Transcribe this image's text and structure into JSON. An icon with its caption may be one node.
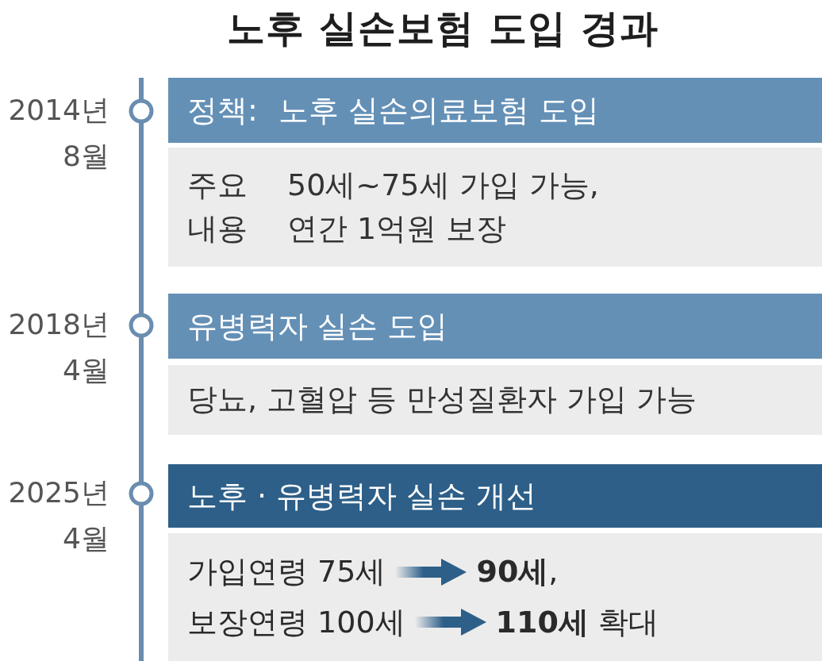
{
  "diagram": {
    "title": "노후 실손보험 도입 경과",
    "nodes": [
      {
        "text": [
          "정책:",
          "노후 실손의료보험 도입"
        ],
        "beside": [
          "2014년 8월"
        ]
      },
      {
        "text": [
          "주요 내용",
          "50세~75세 가입 가능, 연간 1억원 보장"
        ]
      },
      {
        "text": [
          "유병력자 실손 도입"
        ],
        "beside": [
          "2018년 4월"
        ]
      },
      {
        "text": [
          "당뇨, 고혈압 등 만성질환자 가입 가능"
        ]
      },
      {
        "text": [
          "노후 · 유병력자 실손 개선"
        ],
        "beside": [
          "2025년 4월"
        ]
      },
      {
        "text": [
          "가입연령 75세",
          "**90세**,",
          "보장연령 100세",
          "**110세** 확대"
        ]
      }
    ]
  }
}
